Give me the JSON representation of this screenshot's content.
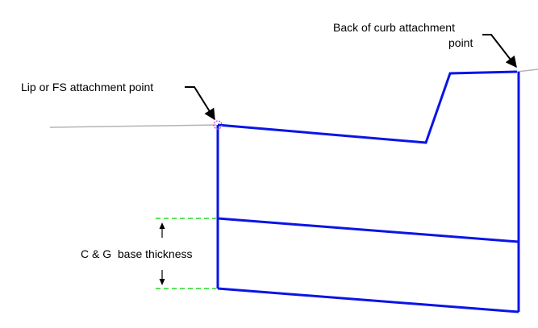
{
  "labels": {
    "lip_attachment": "Lip or FS attachment point",
    "back_of_curb_line1": "Back of curb attachment",
    "back_of_curb_line2": "point",
    "base_thickness": "C & G  base thickness"
  },
  "colors": {
    "curb_outline": "#0a14e6",
    "ground_line": "#b4b4b4",
    "dimension_line": "#22dd22",
    "attachment_marker": "#ee22ee",
    "leader": "#000000",
    "text": "#000000"
  },
  "icons": {
    "thickness_arrows": "vertical-dimension-arrows-icon",
    "attachment_marker": "attachment-point-circle-icon"
  }
}
